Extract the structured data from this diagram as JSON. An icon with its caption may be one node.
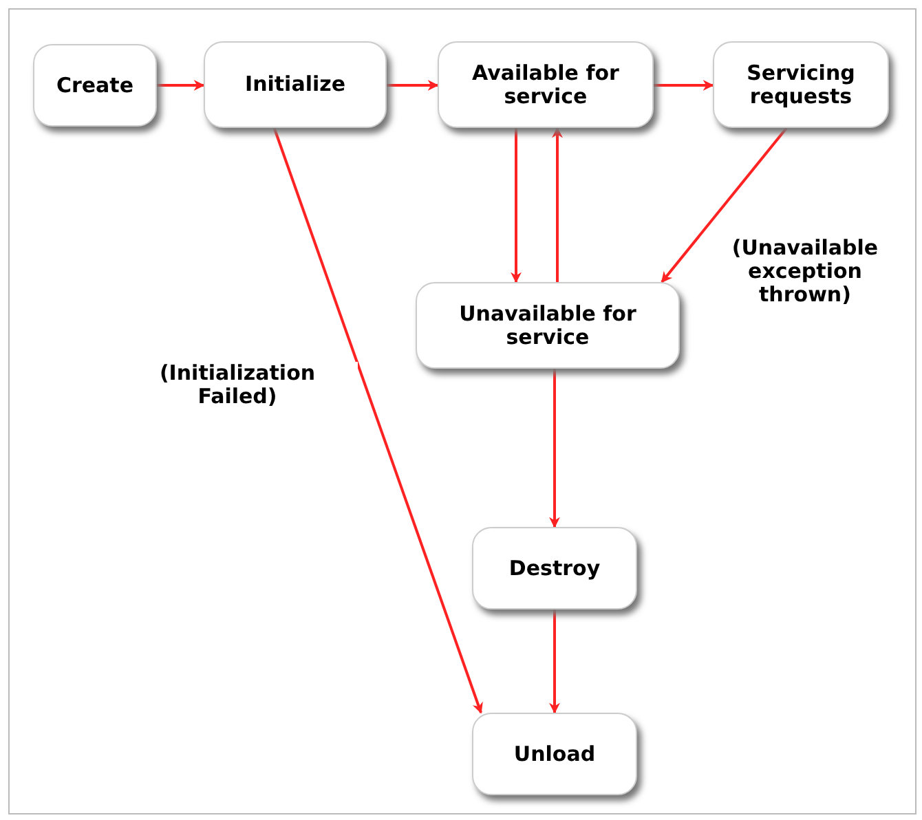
{
  "diagram": {
    "nodes": [
      {
        "text": [
          "Create"
        ]
      },
      {
        "text": [
          "Initialize"
        ]
      },
      {
        "text": [
          "Available for service"
        ]
      },
      {
        "text": [
          "Servicing requests"
        ]
      },
      {
        "text": [
          "Unavailable for service"
        ]
      },
      {
        "text": [
          "Destroy"
        ]
      },
      {
        "text": [
          "Unload"
        ]
      }
    ],
    "edges": [
      {
        "from": 0,
        "to": 1,
        "arrow": "to"
      },
      {
        "from": 1,
        "to": 2,
        "arrow": "to"
      },
      {
        "from": 2,
        "to": 3,
        "arrow": "to"
      },
      {
        "from": 2,
        "to": 4,
        "arrow": "to"
      },
      {
        "from": 4,
        "to": 2,
        "arrow": "to"
      },
      {
        "from": 3,
        "to": 4,
        "arrow": "to",
        "label": "(Unavailable exception thrown)"
      },
      {
        "from": 1,
        "to": 6,
        "arrow": "to",
        "label": "(Initialization Failed)"
      },
      {
        "from": 4,
        "to": 5,
        "arrow": "to"
      },
      {
        "from": 5,
        "to": 6,
        "arrow": "to"
      }
    ]
  }
}
